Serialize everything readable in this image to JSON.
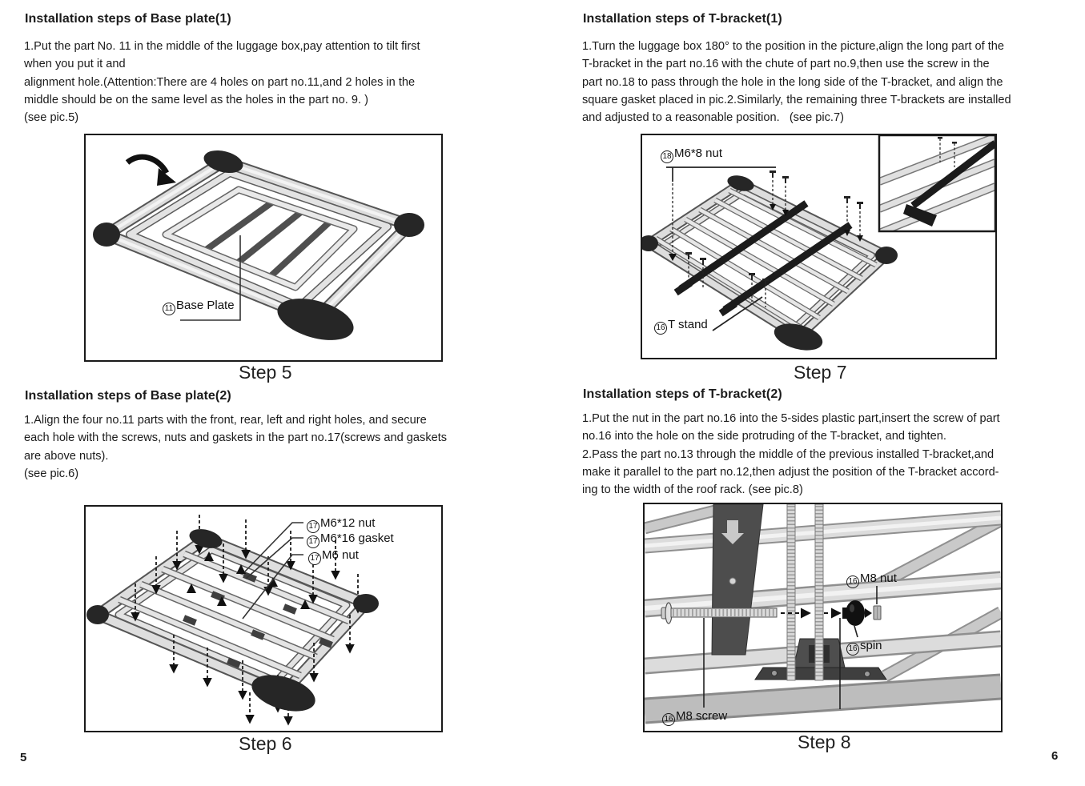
{
  "pages": {
    "left_number": "5",
    "right_number": "6"
  },
  "left": {
    "section1": {
      "heading": "Installation steps of Base plate(1)",
      "body": "1.Put the part No. 11 in the middle of the luggage box,pay attention to tilt first\nwhen you put it and\nalignment hole.(Attention:There are 4 holes on part no.11,and 2 holes in the\nmiddle should be on the same level as the holes in the part no. 9. )\n(see pic.5)",
      "figure": {
        "caption": "Step 5",
        "labels": [
          {
            "num": "11",
            "text": "Base Plate"
          }
        ]
      }
    },
    "section2": {
      "heading": "Installation steps of Base plate(2)",
      "body": "1.Align the four no.11 parts with the front, rear, left and right holes, and secure\neach hole with the screws, nuts and gaskets in the part no.17(screws and gaskets\nare above nuts).\n(see pic.6)",
      "figure": {
        "caption": "Step 6",
        "labels": [
          {
            "num": "17",
            "text": "M6*12 nut"
          },
          {
            "num": "17",
            "text": "M6*16 gasket"
          },
          {
            "num": "17",
            "text": "M6 nut"
          }
        ]
      }
    }
  },
  "right": {
    "section1": {
      "heading": "Installation steps of T-bracket(1)",
      "body": "1.Turn the luggage box 180° to the position in the picture,align the long part of the\nT-bracket in the part no.16 with the chute of part no.9,then use the screw in the\npart no.18 to pass through the hole in the long side of the T-bracket, and align the\nsquare gasket placed in pic.2.Similarly, the remaining three T-brackets are installed\nand adjusted to a reasonable position.   (see pic.7)",
      "figure": {
        "caption": "Step 7",
        "labels": [
          {
            "num": "18",
            "text": "M6*8 nut"
          },
          {
            "num": "16",
            "text": "T stand"
          }
        ]
      }
    },
    "section2": {
      "heading": "Installation steps of T-bracket(2)",
      "body": "1.Put the nut in the part no.16 into the 5-sides plastic part,insert the screw of part\nno.16 into the hole on the side protruding of the T-bracket, and tighten.\n2.Pass the part no.13 through the middle of the previous installed T-bracket,and\nmake it parallel to the part no.12,then adjust the position of the T-bracket accord-\ning to the width of the roof rack. (see pic.8)",
      "figure": {
        "caption": "Step 8",
        "labels": [
          {
            "num": "16",
            "text": "M8 nut"
          },
          {
            "num": "16",
            "text": "spin"
          },
          {
            "num": "16",
            "text": "M8 screw"
          }
        ]
      }
    }
  }
}
